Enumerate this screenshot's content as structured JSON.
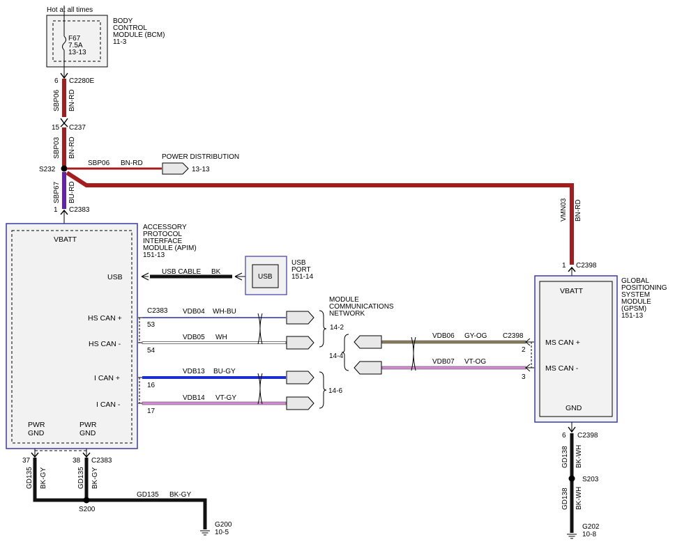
{
  "top_note": "Hot at all times",
  "bcm": {
    "name_lines": [
      "BODY",
      "CONTROL",
      "MODULE (BCM)",
      "11-3"
    ],
    "fuse_lines": [
      "F67",
      "7.5A",
      "13-13"
    ]
  },
  "conn_top": {
    "pin": "6",
    "name": "C2280E"
  },
  "wire_sbp06": {
    "circuit": "SBP06",
    "color": "BN-RD"
  },
  "conn_c237": {
    "pin": "15",
    "name": "C237"
  },
  "wire_sbp03": {
    "circuit": "SBP03",
    "color": "BN-RD"
  },
  "splice_s232": "S232",
  "branch_sbp06": {
    "circuit": "SBP06",
    "color": "BN-RD"
  },
  "power_dist": {
    "label": "POWER DISTRIBUTION",
    "page": "13-13"
  },
  "wire_sbp67": {
    "circuit": "SBP67",
    "color": "BU-RD"
  },
  "conn_c2383_top": {
    "pin": "1",
    "name": "C2383"
  },
  "apim": {
    "name_lines": [
      "ACCESSORY",
      "PROTOCOL",
      "INTERFACE",
      "MODULE (APIM)",
      "151-13"
    ],
    "vbatt": "VBATT",
    "usb": "USB",
    "hs_can_plus": "HS CAN +",
    "hs_can_minus": "HS CAN -",
    "i_can_plus": "I CAN +",
    "i_can_minus": "I CAN -",
    "pwr_gnd_1": [
      "PWR",
      "GND"
    ],
    "pwr_gnd_2": [
      "PWR",
      "GND"
    ]
  },
  "usb_cable": {
    "label": "USB CABLE",
    "color": "BK"
  },
  "usb_port": {
    "inner": "USB",
    "label_lines": [
      "USB",
      "PORT",
      "151-14"
    ]
  },
  "network": {
    "label_lines": [
      "MODULE",
      "COMMUNICATIONS",
      "NETWORK"
    ],
    "refs": [
      "14-2",
      "14-4",
      "14-6"
    ]
  },
  "can_wires": [
    {
      "conn": "C2383",
      "pin": "53",
      "circuit": "VDB04",
      "color": "WH-BU"
    },
    {
      "pin": "54",
      "circuit": "VDB05",
      "color": "WH"
    },
    {
      "pin": "16",
      "circuit": "VDB13",
      "color": "BU-GY"
    },
    {
      "pin": "17",
      "circuit": "VDB14",
      "color": "VT-GY"
    }
  ],
  "gpsm_wires": [
    {
      "circuit": "VDB06",
      "color": "GY-OG",
      "conn": "C2398",
      "pin": "2"
    },
    {
      "circuit": "VDB07",
      "color": "VT-OG",
      "pin": "3"
    }
  ],
  "wire_vmn03": {
    "circuit": "VMN03",
    "color": "BN-RD"
  },
  "conn_c2398_top": {
    "pin": "1",
    "name": "C2398"
  },
  "gpsm": {
    "name_lines": [
      "GLOBAL",
      "POSITIONING",
      "SYSTEM",
      "MODULE",
      "(GPSM)",
      "151-13"
    ],
    "vbatt": "VBATT",
    "ms_can_plus": "MS CAN +",
    "ms_can_minus": "MS CAN -",
    "gnd": "GND"
  },
  "gnd_apim": {
    "pin1": "37",
    "pin2": "38",
    "conn": "C2383",
    "w1": {
      "circuit": "GD135",
      "color": "BK-GY"
    },
    "w2": {
      "circuit": "GD135",
      "color": "BK-GY"
    },
    "w3": {
      "circuit": "GD135",
      "color": "BK-GY"
    },
    "splice": "S200",
    "ground": "G200",
    "page": "10-5"
  },
  "gnd_gpsm": {
    "pin": "6",
    "conn": "C2398",
    "w1": {
      "circuit": "GD138",
      "color": "BK-WH"
    },
    "splice": "S203",
    "w2": {
      "circuit": "GD138",
      "color": "BK-WH"
    },
    "ground": "G202",
    "page": "10-8"
  },
  "colors": {
    "bn_rd": "#a51c1c",
    "bu_rd": "#6020b0",
    "module_border": "#3a3aa8",
    "wh_bu": "#2a2ab0",
    "bu_gy": "#1a2fd0",
    "vt_gy": "#d58ad5",
    "gy_og": "#8a7a5a",
    "vt_og": "#d28ad2"
  }
}
